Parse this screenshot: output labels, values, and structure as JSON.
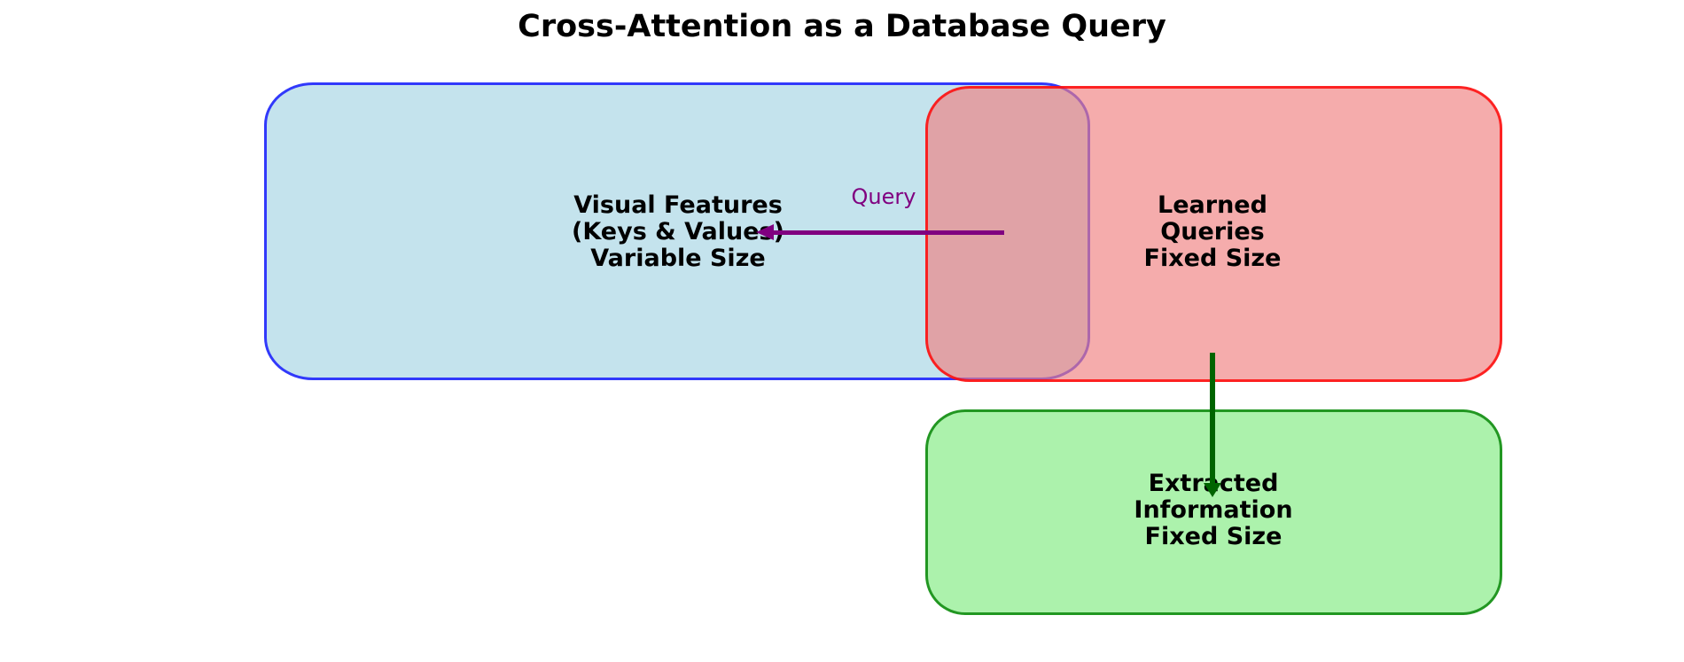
{
  "title": "Cross-Attention as a Database Query",
  "boxes": {
    "visual_features": {
      "lines": [
        "Visual Features",
        "(Keys & Values)",
        "Variable Size"
      ],
      "fill": "#ADD8E6",
      "border": "#0000FF"
    },
    "learned_queries": {
      "lines": [
        "Learned",
        "Queries",
        "Fixed Size"
      ],
      "fill": "#F08080",
      "border": "#FF0000"
    },
    "extracted_information": {
      "lines": [
        "Extracted",
        "Information",
        "Fixed Size"
      ],
      "fill": "#90EE90",
      "border": "#008000"
    }
  },
  "arrows": {
    "query": {
      "label": "Query",
      "color": "#800080"
    },
    "output": {
      "color": "#006400"
    }
  },
  "colors": {
    "background": "#FFFFFF",
    "text": "#000000"
  }
}
